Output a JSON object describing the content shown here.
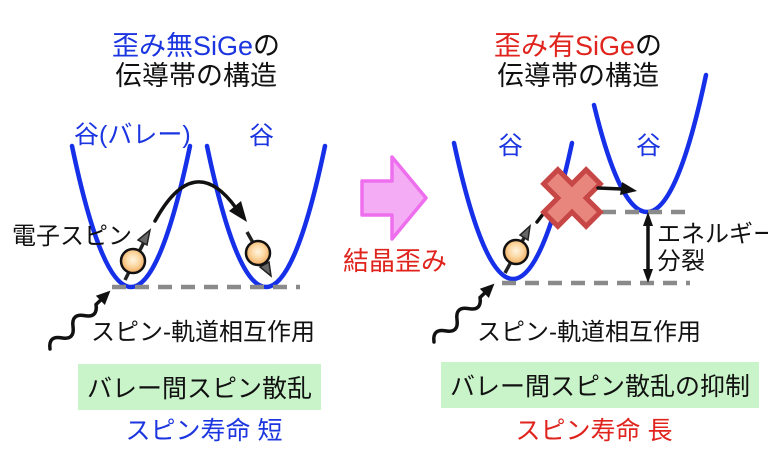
{
  "left_panel": {
    "title_highlight": "歪み無SiGe",
    "title_suffix": "の",
    "title_line2": "伝導帯の構造",
    "valley_left_label": "谷(バレー)",
    "valley_right_label": "谷",
    "electron_spin_label": "電子スピン",
    "spin_orbit_label": "スピン-軌道相互作用",
    "result_label": "バレー間スピン散乱",
    "lifetime_label": "スピン寿命 短"
  },
  "center": {
    "strain_label": "結晶歪み"
  },
  "right_panel": {
    "title_highlight": "歪み有SiGe",
    "title_suffix": "の",
    "title_line2": "伝導帯の構造",
    "valley_left_label": "谷",
    "valley_right_label": "谷",
    "spin_orbit_label": "スピン-軌道相互作用",
    "energy_split_line1": "エネルギー",
    "energy_split_line2": "分裂",
    "result_label": "バレー間スピン散乱の抑制",
    "lifetime_label": "スピン寿命 長"
  },
  "colors": {
    "band_blue": "#1530e8",
    "text_blue": "#1b35e0",
    "text_red": "#e0231c",
    "green_box_bg": "#c9f3c9",
    "pink_arrow_fill": "#f4adf4",
    "pink_arrow_stroke": "#ee6fee",
    "cross_fill": "#e8867e",
    "cross_stroke": "#c74747",
    "electron_orange": "#f0a050",
    "dashed_gray": "#8a8a8a",
    "arrow_black": "#111111"
  }
}
